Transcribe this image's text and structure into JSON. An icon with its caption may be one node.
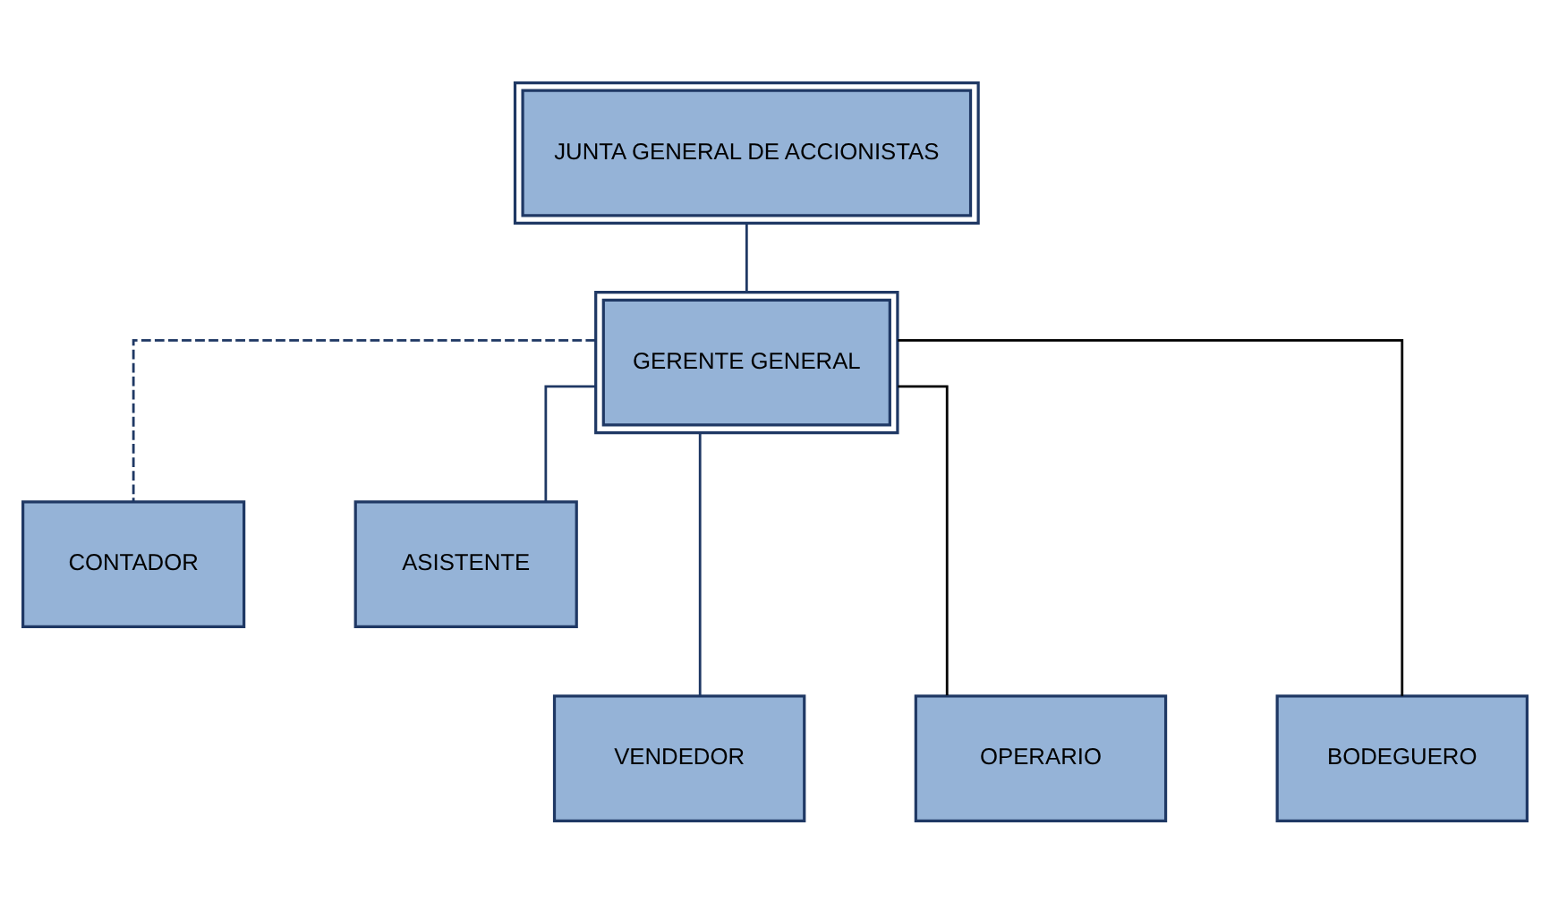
{
  "diagram": {
    "nodes": [
      {
        "text": [
          "JUNTA GENERAL DE ACCIONISTAS"
        ]
      },
      {
        "text": [
          "GERENTE GENERAL"
        ]
      },
      {
        "text": [
          "CONTADOR"
        ]
      },
      {
        "text": [
          "ASISTENTE"
        ]
      },
      {
        "text": [
          "VENDEDOR"
        ]
      },
      {
        "text": [
          "OPERARIO"
        ]
      },
      {
        "text": [
          "BODEGUERO"
        ]
      }
    ],
    "edges": [
      {
        "from": 0,
        "to": 1,
        "arrow": "none"
      },
      {
        "from": 1,
        "to": 2,
        "arrow": "none",
        "style": "dashed"
      },
      {
        "from": 1,
        "to": 3,
        "arrow": "none"
      },
      {
        "from": 1,
        "to": 4,
        "arrow": "none"
      },
      {
        "from": 1,
        "to": 5,
        "arrow": "none",
        "color": "#000000"
      },
      {
        "from": 1,
        "to": 6,
        "arrow": "none",
        "color": "#000000"
      }
    ]
  }
}
